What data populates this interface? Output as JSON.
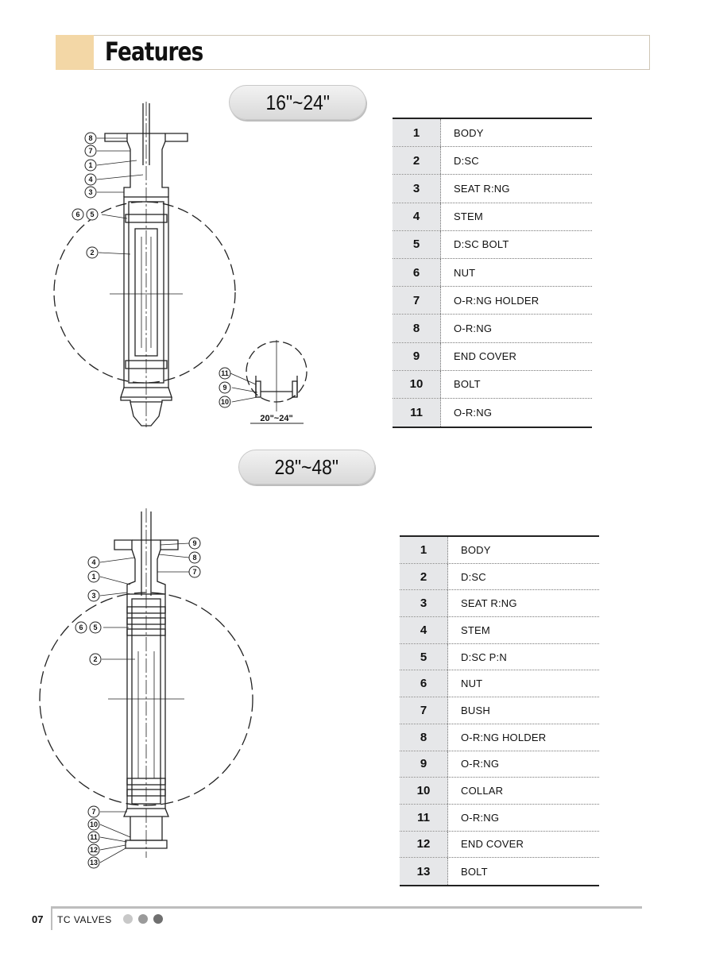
{
  "header": {
    "title": "Features"
  },
  "section1": {
    "size_label": "16\"~24\"",
    "detail_label": "20\"~24\"",
    "callouts": [
      "8",
      "7",
      "1",
      "4",
      "3",
      "6",
      "5",
      "2",
      "11",
      "9",
      "10"
    ],
    "parts": [
      {
        "no": "1",
        "name": "BODY"
      },
      {
        "no": "2",
        "name": "D:SC"
      },
      {
        "no": "3",
        "name": "SEAT R:NG"
      },
      {
        "no": "4",
        "name": "STEM"
      },
      {
        "no": "5",
        "name": "D:SC  BOLT"
      },
      {
        "no": "6",
        "name": "NUT"
      },
      {
        "no": "7",
        "name": "O-R:NG  HOLDER"
      },
      {
        "no": "8",
        "name": "O-R:NG"
      },
      {
        "no": "9",
        "name": "END  COVER"
      },
      {
        "no": "10",
        "name": "BOLT"
      },
      {
        "no": "11",
        "name": "O-R:NG"
      }
    ]
  },
  "section2": {
    "size_label": "28\"~48\"",
    "callouts": [
      "9",
      "8",
      "7",
      "4",
      "1",
      "3",
      "6",
      "5",
      "2",
      "7",
      "10",
      "11",
      "12",
      "13"
    ],
    "parts": [
      {
        "no": "1",
        "name": "BODY"
      },
      {
        "no": "2",
        "name": "D:SC"
      },
      {
        "no": "3",
        "name": "SEAT R:NG"
      },
      {
        "no": "4",
        "name": "STEM"
      },
      {
        "no": "5",
        "name": "D:SC  P:N"
      },
      {
        "no": "6",
        "name": "NUT"
      },
      {
        "no": "7",
        "name": "BUSH"
      },
      {
        "no": "8",
        "name": "O-R:NG  HOLDER"
      },
      {
        "no": "9",
        "name": "O-R:NG"
      },
      {
        "no": "10",
        "name": "COLLAR"
      },
      {
        "no": "11",
        "name": "O-R:NG"
      },
      {
        "no": "12",
        "name": "END  COVER"
      },
      {
        "no": "13",
        "name": "BOLT"
      }
    ]
  },
  "footer": {
    "page": "07",
    "brand": "TC VALVES"
  }
}
